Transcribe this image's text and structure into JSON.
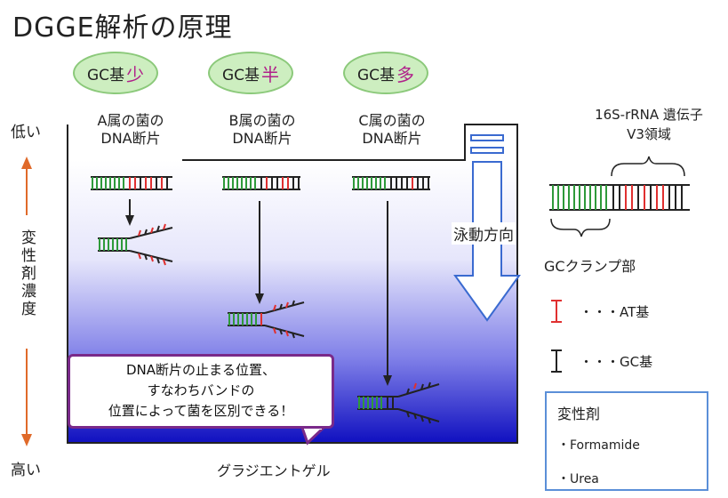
{
  "title": "DGGE解析の原理",
  "bubbles": [
    {
      "prefix": "GC基",
      "level": "少"
    },
    {
      "prefix": "GC基",
      "level": "半"
    },
    {
      "prefix": "GC基",
      "level": "多"
    }
  ],
  "bacteria": [
    {
      "line1": "A属の菌の",
      "line2": "DNA断片"
    },
    {
      "line1": "B属の菌の",
      "line2": "DNA断片"
    },
    {
      "line1": "C属の菌の",
      "line2": "DNA断片"
    }
  ],
  "axis": {
    "low": "低い",
    "high": "高い",
    "label": "変性剤濃度"
  },
  "migration": "泳動方向",
  "gradient_label": "グラジエントゲル",
  "callout": {
    "line1": "DNA断片の止まる位置、",
    "line2": "すなわちバンドの",
    "line3": "位置によって菌を区別できる！"
  },
  "region": {
    "line1": "16S-rRNA 遺伝子",
    "line2": "V3領域"
  },
  "clamp": "GCクランプ部",
  "legend": [
    {
      "label": "・・・AT基",
      "color": "#e03030"
    },
    {
      "label": "・・・GC基",
      "color": "#222222"
    }
  ],
  "denaturant": {
    "heading": "変性剤",
    "items": [
      "・Formamide",
      "・Urea"
    ]
  },
  "colors": {
    "gc_clamp": "#2e9a3a",
    "at_base": "#e03030",
    "gc_base": "#222222",
    "gel_bottom": "#1010c0",
    "axis_arrow": "#e06a2a"
  }
}
